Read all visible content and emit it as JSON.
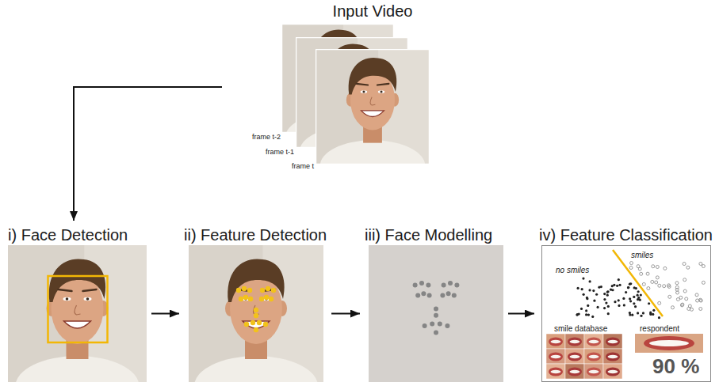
{
  "diagram": {
    "nodes": [
      {
        "text": [
          "Input Video"
        ]
      },
      {
        "text": [
          "i) Face Detection"
        ]
      },
      {
        "text": [
          "ii) Feature Detection"
        ]
      },
      {
        "text": [
          "iii) Face Modelling"
        ]
      },
      {
        "text": [
          "iv) Feature Classification"
        ]
      }
    ],
    "edges": [
      {
        "from": 0,
        "to": 1,
        "arrow": "to"
      },
      {
        "from": 1,
        "to": 2,
        "arrow": "to"
      },
      {
        "from": 2,
        "to": 3,
        "arrow": "to"
      },
      {
        "from": 3,
        "to": 4,
        "arrow": "to"
      }
    ],
    "labels": [
      "frame t-2",
      "frame t-1",
      "frame t",
      "no smiles",
      "smiles",
      "smile database",
      "respondent",
      "90 %"
    ]
  }
}
